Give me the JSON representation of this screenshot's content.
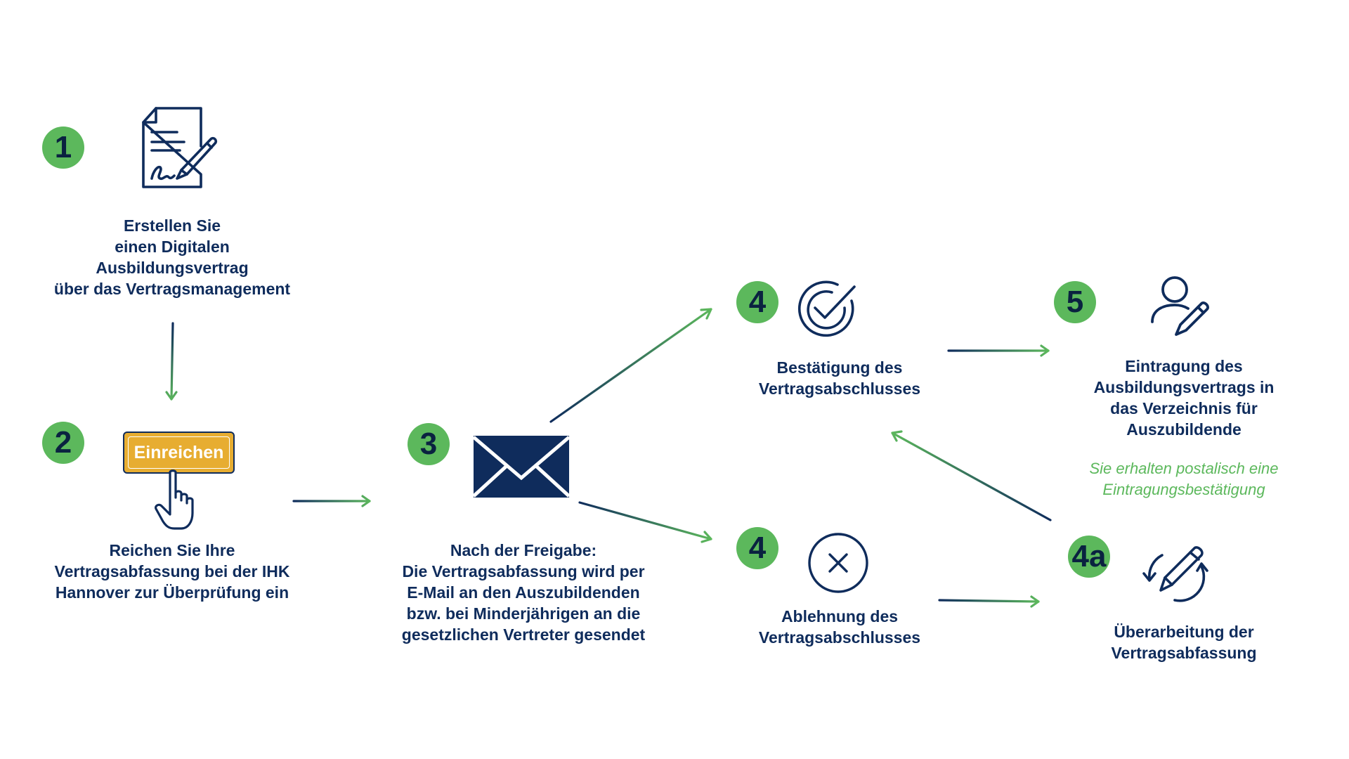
{
  "steps": {
    "s1": {
      "badge": "1",
      "label": "Erstellen Sie\neinen Digitalen\nAusbildungsvertrag\nüber das Vertragsmanagement",
      "icon": "signed-document-icon"
    },
    "s2": {
      "badge": "2",
      "label": "Reichen Sie Ihre\nVertragsabfassung bei der IHK\nHannover zur Überprüfung ein",
      "icon": "hand-pointer-icon",
      "button_label": "Einreichen"
    },
    "s3": {
      "badge": "3",
      "label": "Nach der Freigabe:\nDie Vertragsabfassung wird per\nE-Mail an den Auszubildenden\nbzw. bei Minderjährigen an die\ngesetzlichen Vertreter gesendet",
      "icon": "envelope-icon"
    },
    "s4_confirm": {
      "badge": "4",
      "label": "Bestätigung des\nVertragsabschlusses",
      "icon": "check-circle-icon"
    },
    "s4_reject": {
      "badge": "4",
      "label": "Ablehnung des\nVertragsabschlusses",
      "icon": "x-circle-icon"
    },
    "s4a": {
      "badge": "4a",
      "label": "Überarbeitung der\nVertragsabfassung",
      "icon": "pencil-refresh-icon"
    },
    "s5": {
      "badge": "5",
      "label": "Eintragung des\nAusbildungsvertrags in\ndas Verzeichnis für\nAuszubildende",
      "icon": "user-edit-icon",
      "note": "Sie erhalten postalisch eine\nEintragungsbestätigung"
    }
  },
  "colors": {
    "navy": "#0f2c5c",
    "green": "#5cb85c",
    "badge_text": "#0a2240",
    "button": "#e7ad31"
  }
}
